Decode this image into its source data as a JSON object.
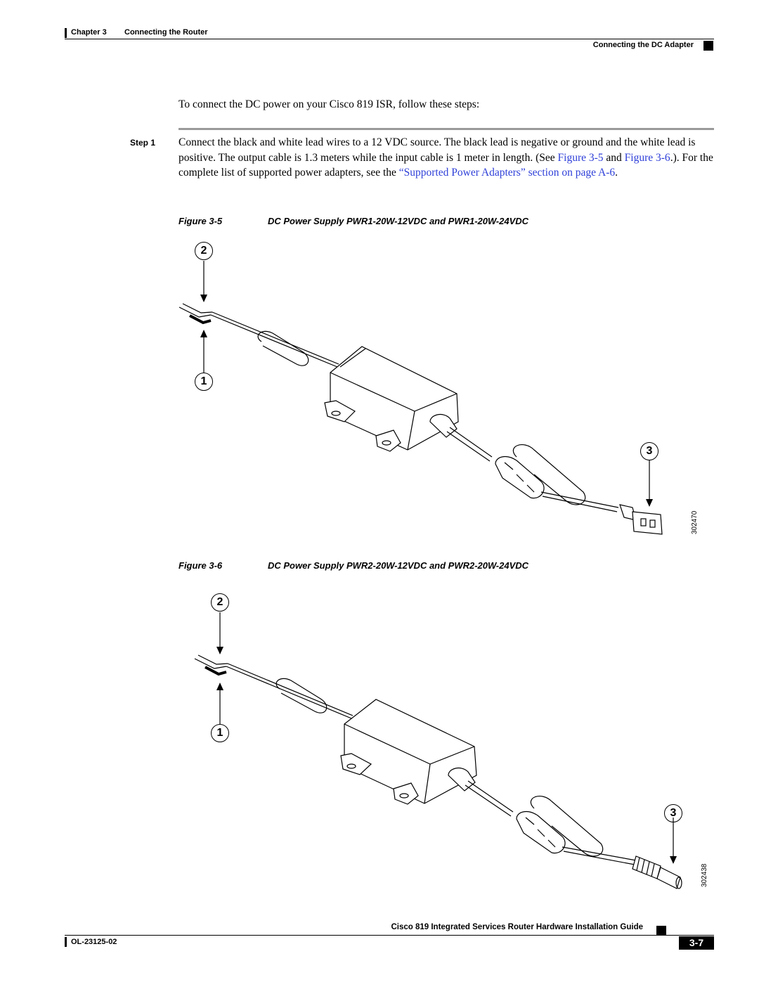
{
  "header": {
    "chapter": "Chapter 3",
    "chapter_title": "Connecting the Router",
    "section": "Connecting the DC Adapter"
  },
  "intro": "To connect the DC power on your Cisco 819 ISR, follow these steps:",
  "step": {
    "label": "Step 1",
    "text1": "Connect the black and white lead wires to a 12 VDC source. The black lead is negative or ground and the white lead is positive. The output cable is 1.3 meters while the input cable is 1 meter in length. (See ",
    "link1": "Figure 3-5",
    "text2": " and ",
    "link2": "Figure 3-6",
    "text3": ".). For the complete list of supported power adapters, see the ",
    "link3": "“Supported Power Adapters” section on page A-6",
    "text4": "."
  },
  "figures": [
    {
      "label": "Figure 3-5",
      "title": "DC Power Supply PWR1-20W-12VDC and PWR1-20W-24VDC",
      "callouts": [
        "1",
        "2",
        "3"
      ],
      "id": "302470"
    },
    {
      "label": "Figure 3-6",
      "title": "DC Power Supply PWR2-20W-12VDC and PWR2-20W-24VDC",
      "callouts": [
        "1",
        "2",
        "3"
      ],
      "id": "302438"
    }
  ],
  "footer": {
    "guide_title": "Cisco 819 Integrated Services Router Hardware Installation Guide",
    "doc_number": "OL-23125-02",
    "page_number": "3-7"
  }
}
